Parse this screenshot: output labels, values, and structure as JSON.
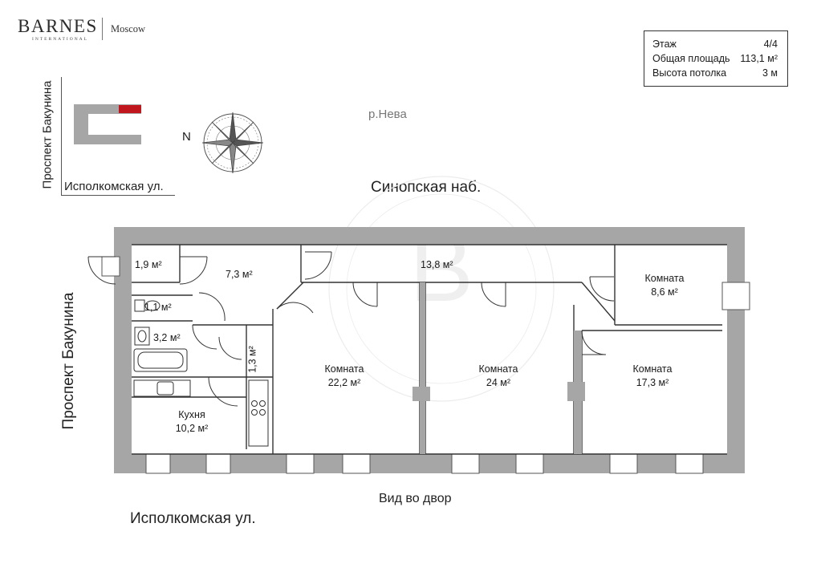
{
  "brand": {
    "name": "BARNES",
    "sub": "INTERNATIONAL",
    "city": "Moscow"
  },
  "info": {
    "rows": [
      {
        "label": "Этаж",
        "value": "4/4"
      },
      {
        "label": "Общая площадь",
        "value": "113,1 м²"
      },
      {
        "label": "Высота потолка",
        "value": "3 м"
      }
    ]
  },
  "streets": {
    "river": "р.Нева",
    "top": "Синопская наб.",
    "left_small": "Проспект Бакунина",
    "bottom_small": "Исполкомская ул.",
    "left_main": "Проспект Бакунина",
    "bottom_main": "Исполкомская ул.",
    "yard": "Вид во двор"
  },
  "compass": {
    "north": "N"
  },
  "rooms": {
    "entry": {
      "area": "1,9 м²"
    },
    "hall": {
      "area": "7,3 м²"
    },
    "corridor": {
      "area": "13,8 м²"
    },
    "wc": {
      "area": "1,1 м²"
    },
    "bath": {
      "area": "3,2 м²"
    },
    "closet": {
      "area": "1,3 м²"
    },
    "kitchen": {
      "name": "Кухня",
      "area": "10,2 м²"
    },
    "room1": {
      "name": "Комната",
      "area": "22,2 м²"
    },
    "room2": {
      "name": "Комната",
      "area": "24 м²"
    },
    "room3": {
      "name": "Комната",
      "area": "17,3 м²"
    },
    "room4": {
      "name": "Комната",
      "area": "8,6 м²"
    }
  },
  "colors": {
    "wall": "#a6a6a6",
    "accent": "#c0161e",
    "line": "#333333"
  }
}
